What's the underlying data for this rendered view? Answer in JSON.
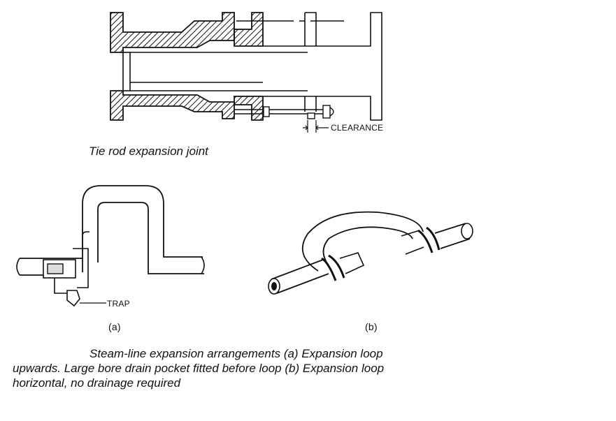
{
  "captions": {
    "tie_rod": "Tie rod expansion joint",
    "steam_line": [
      "Steam-line expansion arrangements (a) Expansion loop",
      "upwards. Large bore drain pocket fitted before loop (b) Expansion loop",
      "horizontal, no drainage required"
    ]
  },
  "labels": {
    "clearance": "CLEARANCE",
    "trap": "TRAP",
    "a": "(a)",
    "b": "(b)"
  }
}
